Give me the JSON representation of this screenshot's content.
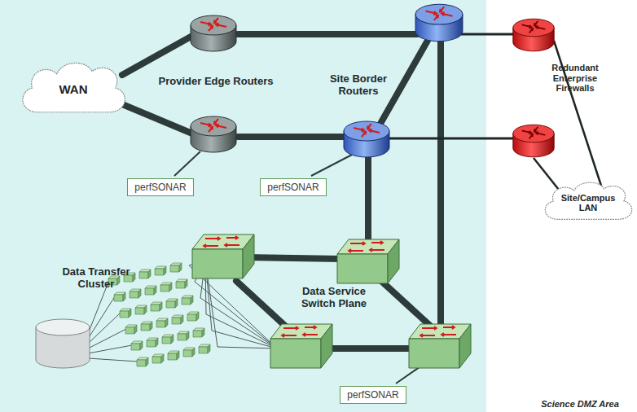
{
  "diagram": {
    "nodes": [
      {
        "text": [
          "WAN"
        ]
      },
      {
        "text": [
          "perfSONAR"
        ]
      },
      {
        "text": [
          "perfSONAR"
        ]
      },
      {
        "text": [
          "Site/Campus LAN"
        ]
      },
      {
        "text": [
          "perfSONAR"
        ]
      }
    ],
    "labels": [
      "Provider Edge Routers",
      "Site Border Routers",
      "Redundant Enterprise Firewalls",
      "Data Transfer Cluster",
      "Data Service Switch Plane",
      "Science DMZ Area"
    ]
  }
}
